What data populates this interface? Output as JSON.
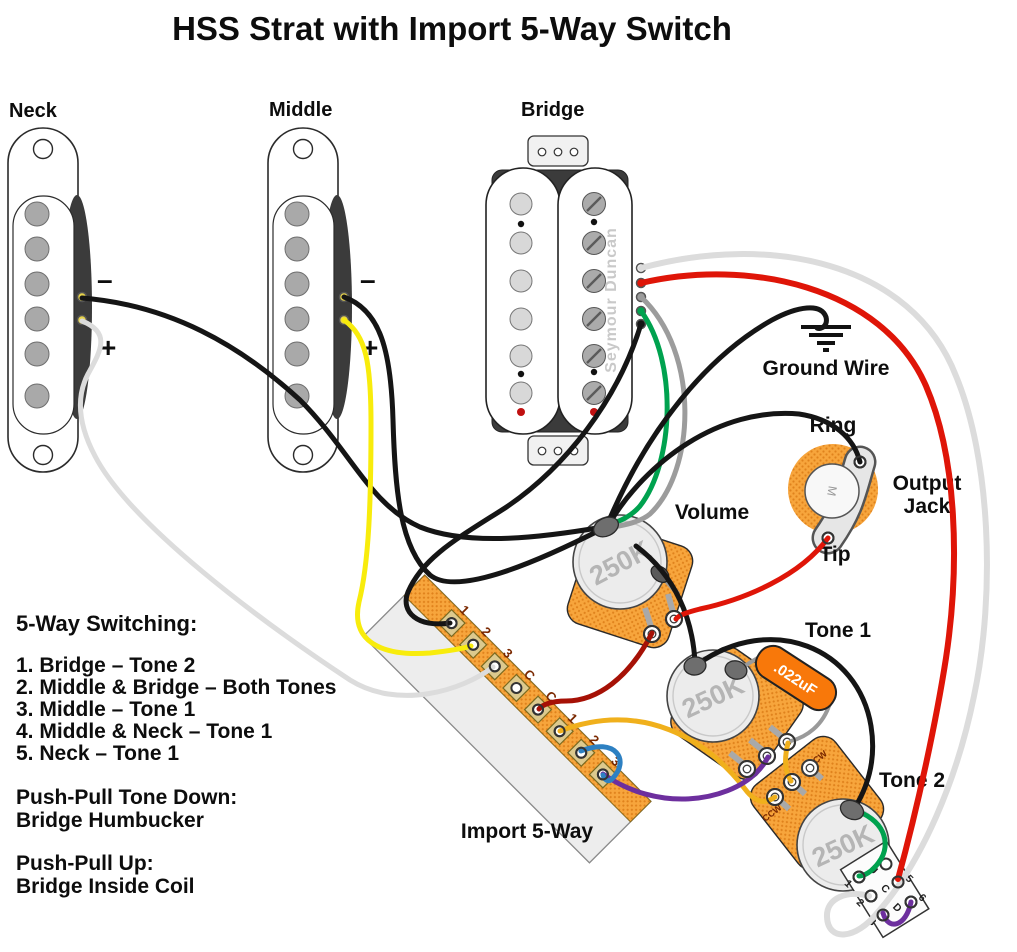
{
  "title": "HSS Strat with Import 5-Way Switch",
  "pickups": {
    "neck": {
      "label": "Neck"
    },
    "middle": {
      "label": "Middle"
    },
    "bridge": {
      "label": "Bridge",
      "brand": "Seymour Duncan"
    },
    "polarity_minus": "–",
    "polarity_plus": "+"
  },
  "ground": {
    "label": "Ground Wire"
  },
  "jack": {
    "label_line1": "Output",
    "label_line2": "Jack",
    "ring_label": "Ring",
    "tip_label": "Tip",
    "center_mark": "M"
  },
  "controls": {
    "volume": {
      "label": "Volume",
      "value": "250K"
    },
    "tone1": {
      "label": "Tone 1",
      "value": "250K"
    },
    "tone2": {
      "label": "Tone 2",
      "value": "250K",
      "lug_ccw": "CCW",
      "lug_cw": "CW"
    },
    "capacitor": {
      "value": ".022uF"
    },
    "selector": {
      "label": "Import 5-Way",
      "terminals": [
        "1",
        "2",
        "3",
        "C",
        "C",
        "1",
        "2",
        "3"
      ]
    },
    "pushpull": {
      "rows": {
        "up": "U",
        "common": "C",
        "down": "D"
      },
      "lugs": {
        "l1": "1",
        "l2": "2",
        "l3": "3",
        "l5": "5",
        "l6": "6"
      }
    }
  },
  "notes": {
    "heading": "5-Way Switching:",
    "items": [
      "1. Bridge – Tone 2",
      "2. Middle & Bridge – Both Tones",
      "3. Middle – Tone 1",
      "4. Middle & Neck – Tone 1",
      "5. Neck – Tone 1"
    ],
    "pushpull_down_heading": "Push-Pull Tone Down:",
    "pushpull_down_value": "Bridge Humbucker",
    "pushpull_up_heading": "Push-Pull Up:",
    "pushpull_up_value": "Bridge Inside Coil"
  },
  "colors": {
    "wire_black": "#151515",
    "wire_white": "#dcdcdc",
    "wire_bare": "#9c9c9c",
    "wire_yellow": "#f8ec0c",
    "wire_amber": "#f0b01c",
    "wire_red": "#df1508",
    "wire_dark_red": "#a61106",
    "wire_green": "#00a24f",
    "wire_blue": "#2d80c2",
    "wire_purple": "#6d2f9e",
    "pot_body": "#f7a53c",
    "pot_body_dot": "#e0821c",
    "capacitor_body": "#f8780a",
    "terminal_gold": "#dcc98e",
    "terminal_label": "#7a2800",
    "pot_value_text": "#b5b5b5",
    "brand_text": "#c9c9c9",
    "solder": "#6e6e6e"
  }
}
